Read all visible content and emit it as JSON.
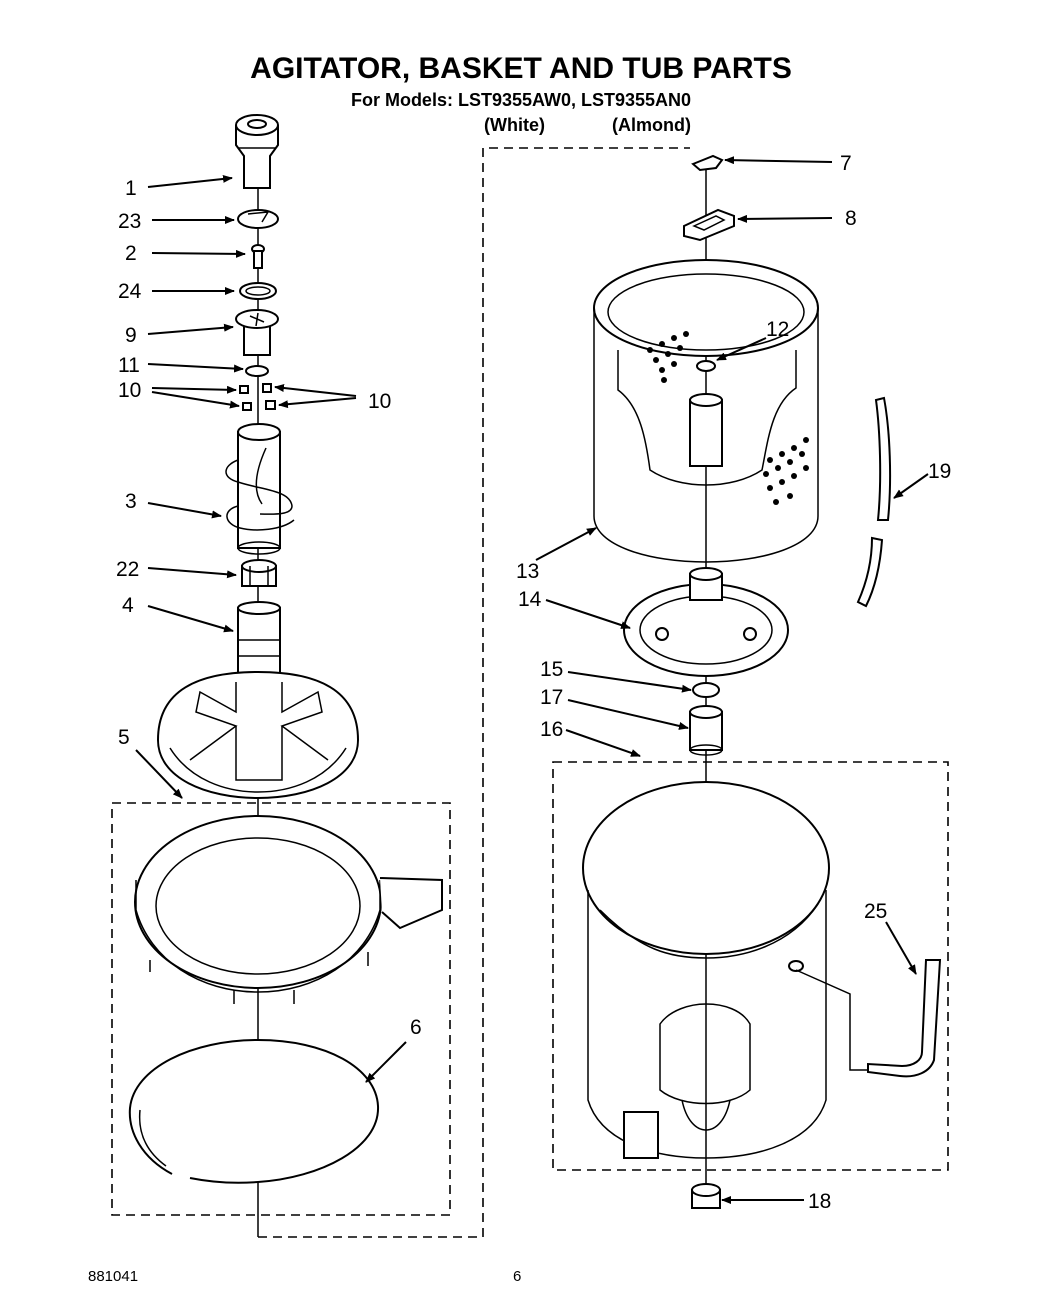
{
  "title": "AGITATOR, BASKET AND TUB PARTS",
  "subtitle": "For Models: LST9355AW0, LST9355AN0",
  "variants": [
    "(White)",
    "(Almond)"
  ],
  "doc_number": "881041",
  "page_number": "6",
  "callouts": {
    "c1": "1",
    "c23": "23",
    "c2": "2",
    "c24": "24",
    "c9": "9",
    "c11": "11",
    "c10a": "10",
    "c10b": "10",
    "c3": "3",
    "c22": "22",
    "c4": "4",
    "c5": "5",
    "c6": "6",
    "c7": "7",
    "c8": "8",
    "c12": "12",
    "c19": "19",
    "c13": "13",
    "c14": "14",
    "c15": "15",
    "c17": "17",
    "c16": "16",
    "c25": "25",
    "c18": "18"
  }
}
